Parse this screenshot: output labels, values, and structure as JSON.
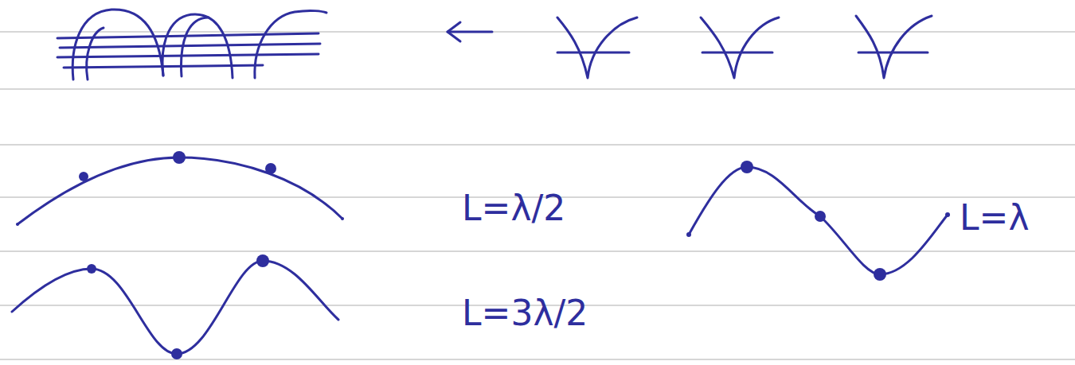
{
  "diagram": {
    "labels": [
      "L=λ/2",
      "L=λ",
      "L=3λ/2"
    ]
  }
}
